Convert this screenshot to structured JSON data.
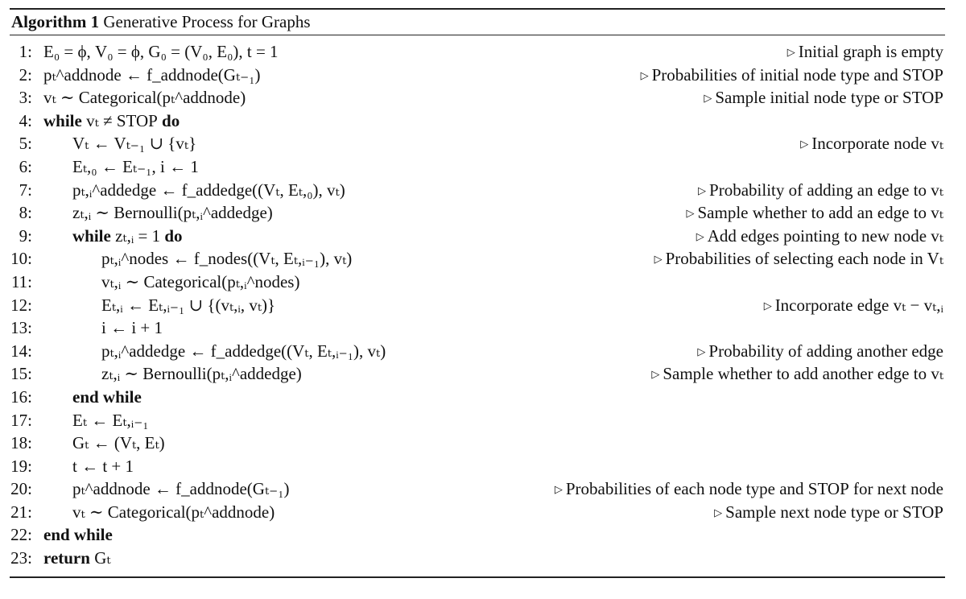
{
  "caption": {
    "label": "Algorithm 1",
    "title": "Generative Process for Graphs"
  },
  "lines": [
    {
      "no": "1:",
      "indent": 0,
      "code": "E₀ = ϕ, V₀ = ϕ, G₀ = (V₀, E₀), t = 1",
      "comment": "Initial graph is empty"
    },
    {
      "no": "2:",
      "indent": 0,
      "code": "pₜ^addnode ← f_addnode(Gₜ₋₁)",
      "comment": "Probabilities of initial node type and STOP"
    },
    {
      "no": "3:",
      "indent": 0,
      "code": "vₜ ∼ Categorical(pₜ^addnode)",
      "comment": "Sample initial node type or STOP"
    },
    {
      "no": "4:",
      "indent": 0,
      "code": "while vₜ ≠ STOP do",
      "comment": ""
    },
    {
      "no": "5:",
      "indent": 1,
      "code": "Vₜ ← Vₜ₋₁ ∪ {vₜ}",
      "comment": "Incorporate node vₜ"
    },
    {
      "no": "6:",
      "indent": 1,
      "code": "Eₜ,₀ ← Eₜ₋₁, i ← 1",
      "comment": ""
    },
    {
      "no": "7:",
      "indent": 1,
      "code": "pₜ,ᵢ^addedge ← f_addedge((Vₜ, Eₜ,₀), vₜ)",
      "comment": "Probability of adding an edge to vₜ"
    },
    {
      "no": "8:",
      "indent": 1,
      "code": "zₜ,ᵢ ∼ Bernoulli(pₜ,ᵢ^addedge)",
      "comment": "Sample whether to add an edge to vₜ"
    },
    {
      "no": "9:",
      "indent": 1,
      "code": "while zₜ,ᵢ = 1 do",
      "comment": "Add edges pointing to new node vₜ"
    },
    {
      "no": "10:",
      "indent": 2,
      "code": "pₜ,ᵢ^nodes ← f_nodes((Vₜ, Eₜ,ᵢ₋₁), vₜ)",
      "comment": "Probabilities of selecting each node in Vₜ"
    },
    {
      "no": "11:",
      "indent": 2,
      "code": "vₜ,ᵢ ∼ Categorical(pₜ,ᵢ^nodes)",
      "comment": ""
    },
    {
      "no": "12:",
      "indent": 2,
      "code": "Eₜ,ᵢ ← Eₜ,ᵢ₋₁ ∪ {(vₜ,ᵢ, vₜ)}",
      "comment": "Incorporate edge vₜ − vₜ,ᵢ"
    },
    {
      "no": "13:",
      "indent": 2,
      "code": "i ← i + 1",
      "comment": ""
    },
    {
      "no": "14:",
      "indent": 2,
      "code": "pₜ,ᵢ^addedge ← f_addedge((Vₜ, Eₜ,ᵢ₋₁), vₜ)",
      "comment": "Probability of adding another edge"
    },
    {
      "no": "15:",
      "indent": 2,
      "code": "zₜ,ᵢ ∼ Bernoulli(pₜ,ᵢ^addedge)",
      "comment": "Sample whether to add another edge to vₜ"
    },
    {
      "no": "16:",
      "indent": 1,
      "code": "end while",
      "comment": ""
    },
    {
      "no": "17:",
      "indent": 1,
      "code": "Eₜ ← Eₜ,ᵢ₋₁",
      "comment": ""
    },
    {
      "no": "18:",
      "indent": 1,
      "code": "Gₜ ← (Vₜ, Eₜ)",
      "comment": ""
    },
    {
      "no": "19:",
      "indent": 1,
      "code": "t ← t + 1",
      "comment": ""
    },
    {
      "no": "20:",
      "indent": 1,
      "code": "pₜ^addnode ← f_addnode(Gₜ₋₁)",
      "comment": "Probabilities of each node type and STOP for next node"
    },
    {
      "no": "21:",
      "indent": 1,
      "code": "vₜ ∼ Categorical(pₜ^addnode)",
      "comment": "Sample next node type or STOP"
    },
    {
      "no": "22:",
      "indent": 0,
      "code": "end while",
      "comment": ""
    },
    {
      "no": "23:",
      "indent": 0,
      "code": "return Gₜ",
      "comment": ""
    }
  ]
}
